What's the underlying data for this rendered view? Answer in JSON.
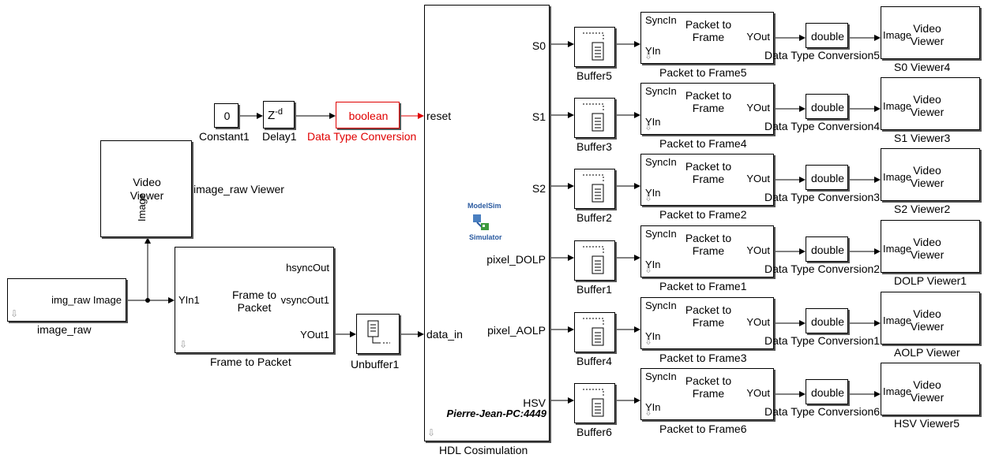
{
  "constant": {
    "value": "0",
    "name": "Constant1"
  },
  "delay": {
    "label": "Z",
    "exp": "-d",
    "name": "Delay1"
  },
  "dtc_bool": {
    "label": "boolean",
    "name": "Data Type Conversion"
  },
  "video_raw": {
    "line1": "Video",
    "line2": "Viewer",
    "port": "Image",
    "name": "image_raw Viewer"
  },
  "image_raw": {
    "port": "img_raw Image",
    "name": "image_raw"
  },
  "f2p": {
    "in": "YIn1",
    "title1": "Frame to",
    "title2": "Packet",
    "out1": "hsyncOut",
    "out2": "vsyncOut1",
    "out3": "YOut1",
    "name": "Frame to Packet"
  },
  "unbuffer": {
    "name": "Unbuffer1"
  },
  "hdl": {
    "in_reset": "reset",
    "in_data": "data_in",
    "outs": [
      "S0",
      "S1",
      "S2",
      "pixel_DOLP",
      "pixel_AOLP",
      "HSV"
    ],
    "logo_top": "ModelSim",
    "logo_bottom": "Simulator",
    "host": "Pierre-Jean-PC:4449",
    "name": "HDL Cosimulation"
  },
  "rows": [
    {
      "buffer": "Buffer5",
      "p2f": "Packet to Frame5",
      "dtc": "Data Type Conversion5",
      "viewer": "S0 Viewer4"
    },
    {
      "buffer": "Buffer3",
      "p2f": "Packet to Frame4",
      "dtc": "Data Type Conversion4",
      "viewer": "S1 Viewer3"
    },
    {
      "buffer": "Buffer2",
      "p2f": "Packet to Frame2",
      "dtc": "Data Type Conversion3",
      "viewer": "S2 Viewer2"
    },
    {
      "buffer": "Buffer1",
      "p2f": "Packet to Frame1",
      "dtc": "Data Type Conversion2",
      "viewer": "DOLP Viewer1"
    },
    {
      "buffer": "Buffer4",
      "p2f": "Packet to Frame3",
      "dtc": "Data Type Conversion1",
      "viewer": "AOLP Viewer"
    },
    {
      "buffer": "Buffer6",
      "p2f": "Packet to Frame6",
      "dtc": "Data Type Conversion6",
      "viewer": "HSV Viewer5"
    }
  ],
  "p2f_block": {
    "sync": "SyncIn",
    "yin": "YIn",
    "title1": "Packet to",
    "title2": "Frame",
    "out": "YOut"
  },
  "dtc_block": {
    "label": "double"
  },
  "viewer_block": {
    "port": "Image",
    "line1": "Video",
    "line2": "Viewer"
  }
}
